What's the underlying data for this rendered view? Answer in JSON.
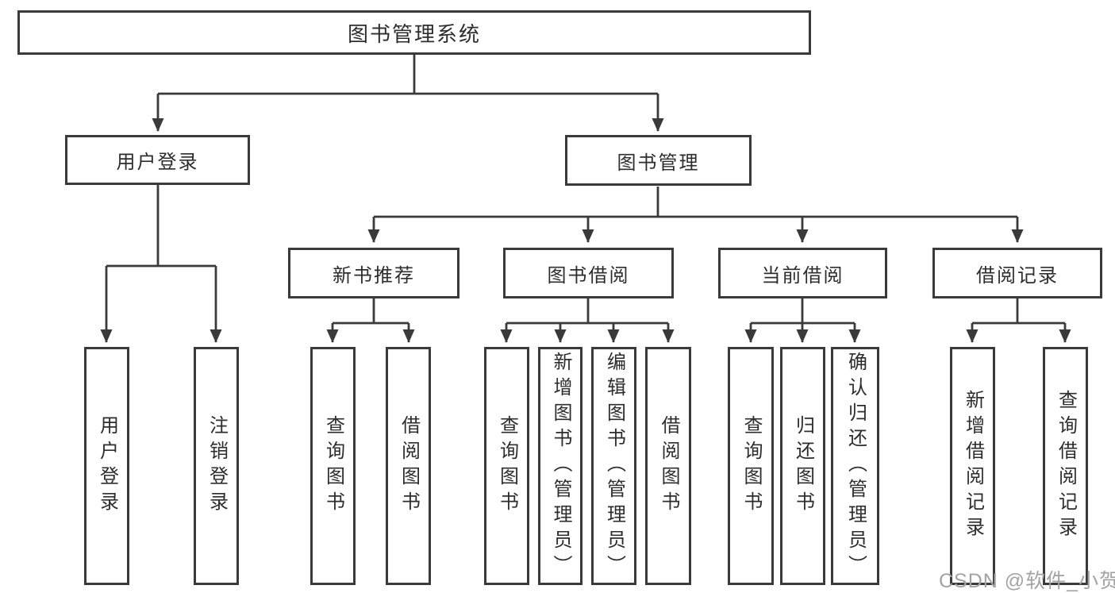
{
  "tree": {
    "root": "图书管理系统",
    "user_branch": {
      "label": "用户登录",
      "children": [
        "用户登录",
        "注销登录"
      ]
    },
    "book_branch": {
      "label": "图书管理",
      "groups": [
        {
          "label": "新书推荐",
          "children": [
            "查询图书",
            "借阅图书"
          ]
        },
        {
          "label": "图书借阅",
          "children": [
            "查询图书",
            "新增图书（管理员）",
            "编辑图书（管理员）",
            "借阅图书"
          ]
        },
        {
          "label": "当前借阅",
          "children": [
            "查询图书",
            "归还图书",
            "确认归还（管理员）"
          ]
        },
        {
          "label": "借阅记录",
          "children": [
            "新增借阅记录",
            "查询借阅记录"
          ]
        }
      ]
    }
  },
  "watermark": "CSDN @软件_小贺同学",
  "colors": {
    "line": "#3a3a3a",
    "text": "#2d2d2d",
    "watermark": "#a3a3a3",
    "background": "#ffffff"
  }
}
